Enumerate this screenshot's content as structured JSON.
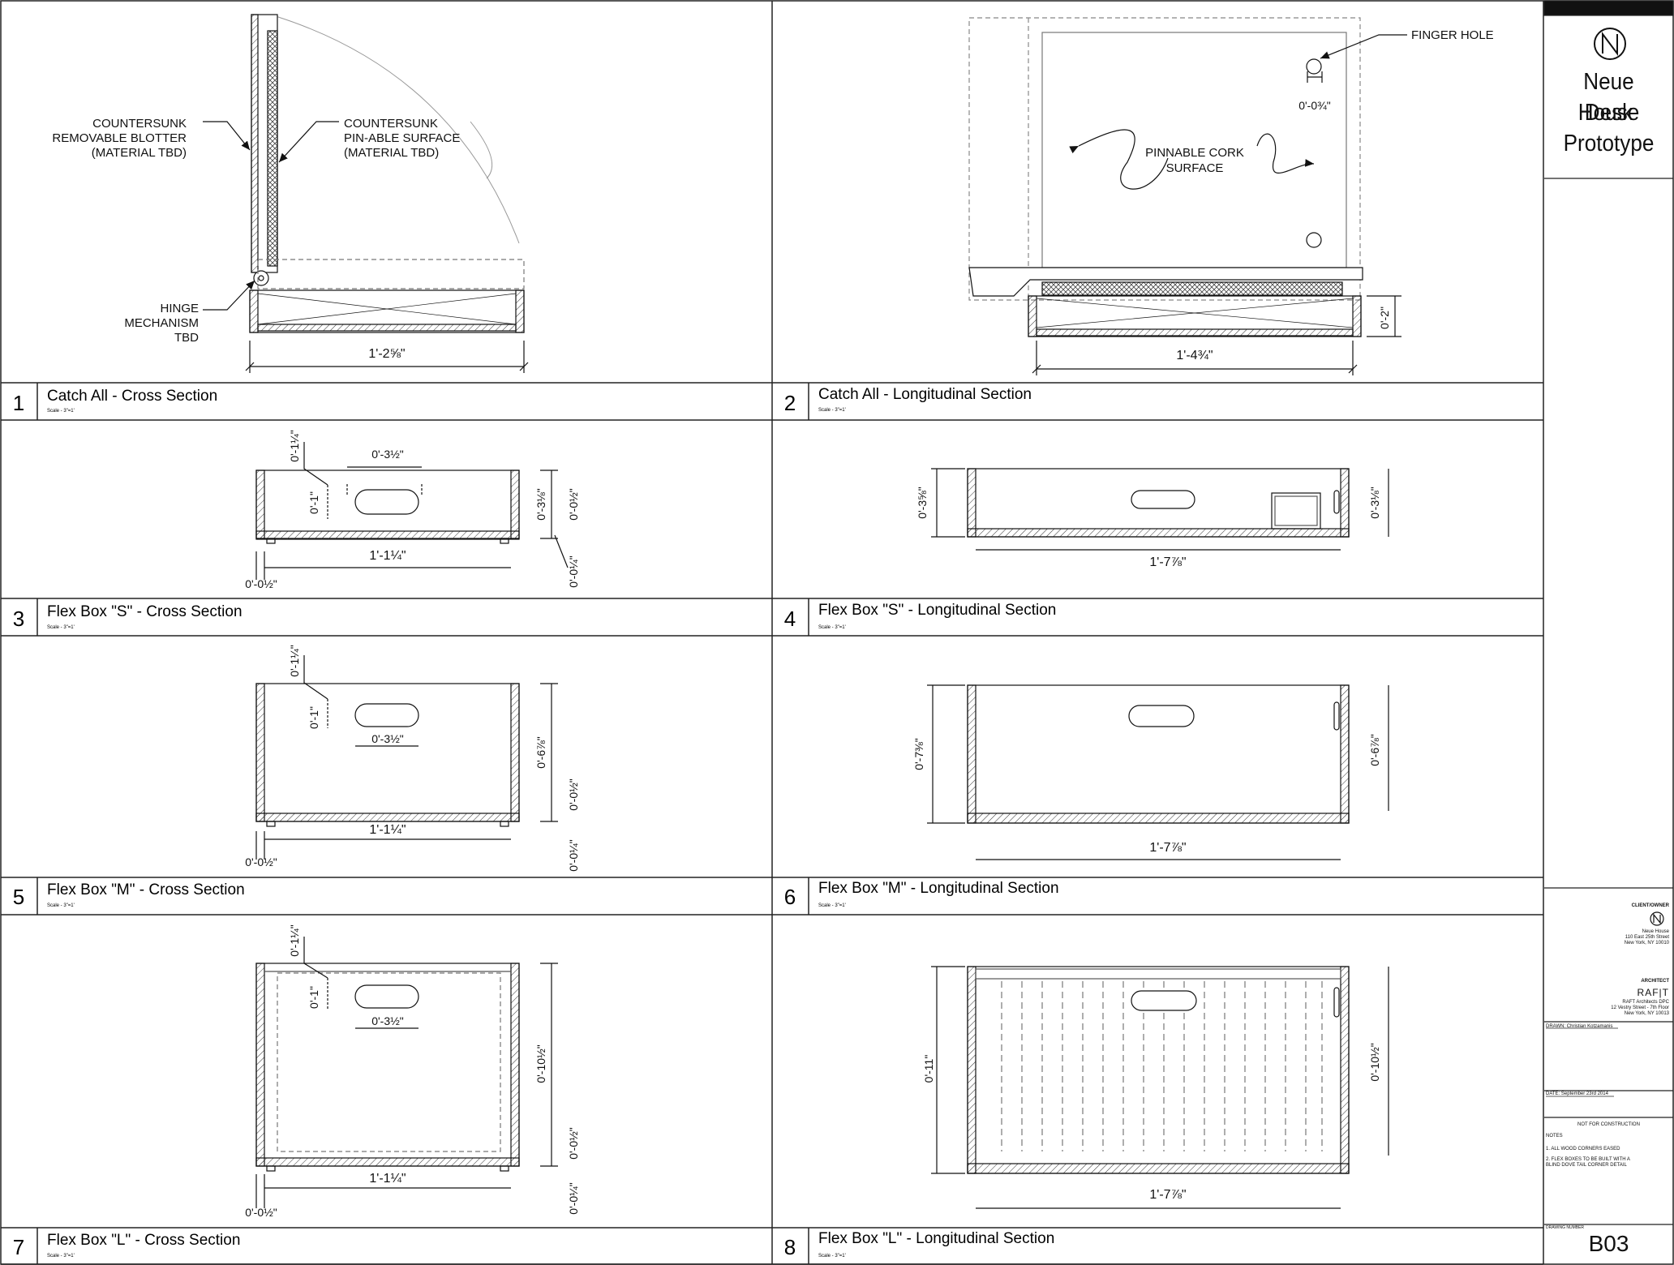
{
  "project": {
    "title_lines": [
      "Neue House",
      "Desk",
      "Prototype"
    ],
    "client_label": "CLIENT/OWNER",
    "client_lines": [
      "Neue House",
      "110 East 25th Street",
      "New York, NY 10010"
    ],
    "architect_label": "ARCHITECT",
    "architect_logo": "RAF|T",
    "architect_lines": [
      "RAFT Architects DPC",
      "12 Vestry Street - 7th Floor",
      "New York, NY 10013"
    ],
    "drawn": "DRAWN: Christian Kotzamanis",
    "date": "DATE: September 23rd 2014",
    "status": "NOT FOR CONSTRUCTION",
    "notes_label": "NOTES",
    "notes": [
      "1. ALL WOOD CORNERS EASED",
      "2. FLEX BOXES TO BE BUILT WITH A",
      "BLIND DOVE TAIL CORNER DETAIL"
    ],
    "drawing_number_label": "DRAWING NUMBER",
    "sheet_number": "B03",
    "logo_icon": "neue-house-logo-icon"
  },
  "panels": [
    {
      "number": "1",
      "title": "Catch All - Cross Section",
      "scale": "Scale - 3\"=1'"
    },
    {
      "number": "2",
      "title": "Catch All - Longitudinal Section",
      "scale": "Scale - 3\"=1'"
    },
    {
      "number": "3",
      "title": "Flex Box \"S\" -  Cross Section",
      "scale": "Scale - 3\"=1'"
    },
    {
      "number": "4",
      "title": "Flex Box \"S\" - Longitudinal Section",
      "scale": "Scale - 3\"=1'"
    },
    {
      "number": "5",
      "title": "Flex Box \"M\" -  Cross Section",
      "scale": "Scale - 3\"=1'"
    },
    {
      "number": "6",
      "title": "Flex Box \"M\" - Longitudinal Section",
      "scale": "Scale - 3\"=1'"
    },
    {
      "number": "7",
      "title": "Flex Box \"L\" -  Cross Section",
      "scale": "Scale - 3\"=1'"
    },
    {
      "number": "8",
      "title": "Flex Box \"L\" - Longitudinal Section",
      "scale": "Scale - 3\"=1'"
    }
  ],
  "annotations": {
    "blotter": [
      "COUNTERSUNK",
      "REMOVABLE BLOTTER",
      "(MATERIAL TBD)"
    ],
    "pinable": [
      "COUNTERSUNK",
      "PIN-ABLE SURFACE",
      "(MATERIAL TBD)"
    ],
    "hinge": [
      "HINGE",
      "MECHANISM",
      "TBD"
    ],
    "finger_hole": "FINGER HOLE",
    "cork": [
      "PINNABLE CORK",
      "SURFACE"
    ]
  },
  "dims": {
    "p1_width": "1'-2⅝\"",
    "p2_width": "1'-4¾\"",
    "p2_height": "0'-2\"",
    "p2_finger": "0'-0¾\"",
    "handle_w": "0'-3½\"",
    "handle_top": "0'-1¼\"",
    "handle_h": "0'-1\"",
    "box_w": "1'-1¼\"",
    "foot_w": "0'-0½\"",
    "foot_h": "0'-0¼\"",
    "wall": "0'-0½\"",
    "s_h": "0'-3⅛\"",
    "s_h_long": "0'-3⅝\"",
    "s_len": "1'-7⅞\"",
    "m_h": "0'-6⅞\"",
    "m_h_long": "0'-7⅜\"",
    "m_len": "1'-7⅞\"",
    "l_h": "0'-10½\"",
    "l_h_long": "0'-11\"",
    "l_len": "1'-7⅞\""
  }
}
